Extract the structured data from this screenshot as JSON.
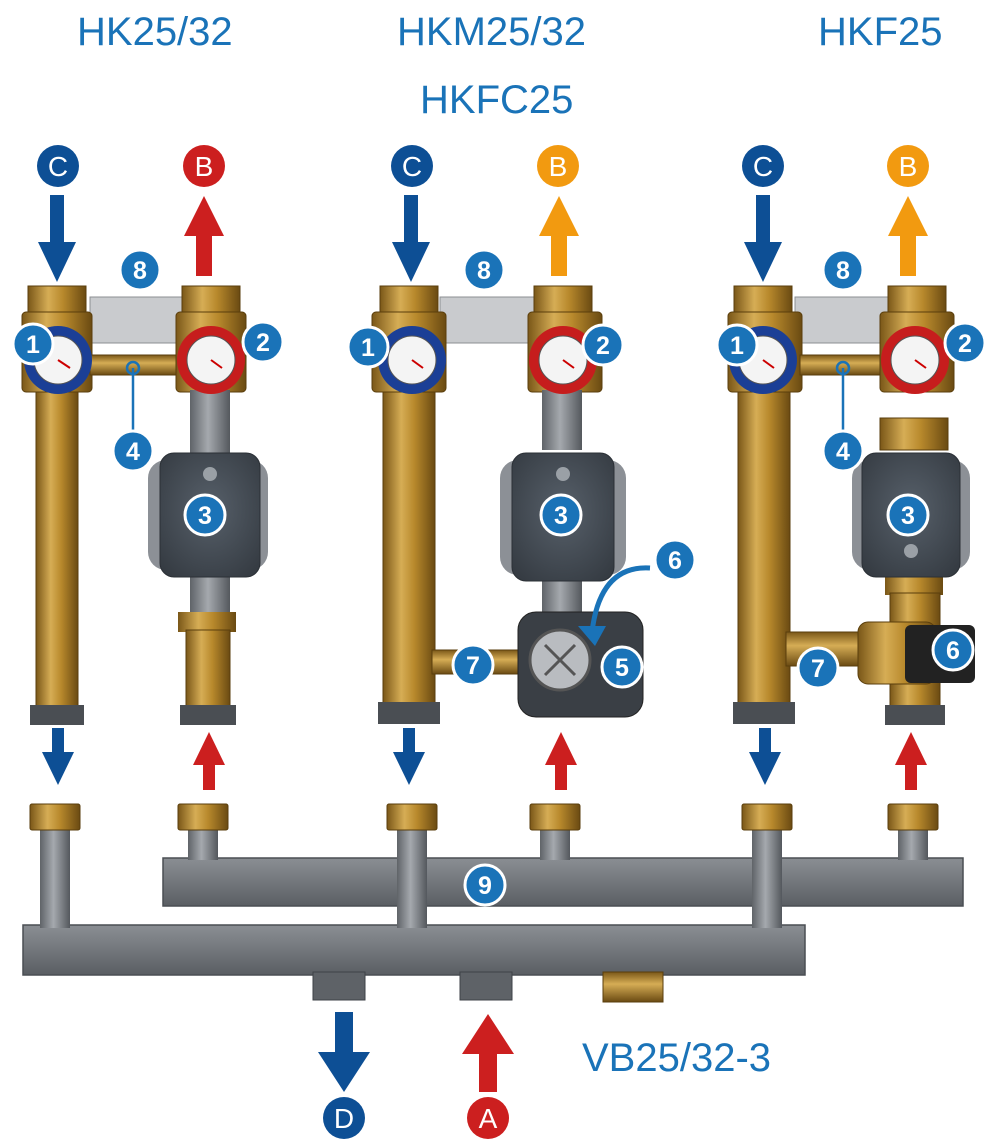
{
  "groups": [
    {
      "name": "HK25/32"
    },
    {
      "name": "HKM25/32",
      "alt_name": "HKFC25"
    },
    {
      "name": "HKF25"
    }
  ],
  "manifold_label": "VB25/32-3",
  "ports": {
    "A": "A",
    "B": "B",
    "C": "C",
    "D": "D"
  },
  "callouts": {
    "n1": "1",
    "n2": "2",
    "n3": "3",
    "n4": "4",
    "n5": "5",
    "n6": "6",
    "n7": "7",
    "n8": "8",
    "n9": "9"
  },
  "colors": {
    "label_blue": "#1a73b8",
    "marker_blue": "#0d4f95",
    "supply_red": "#cc1f1f",
    "supply_orange": "#f29a10",
    "brass": "#b78a2e",
    "steel": "#7d8186",
    "pump": "#3e454d"
  }
}
